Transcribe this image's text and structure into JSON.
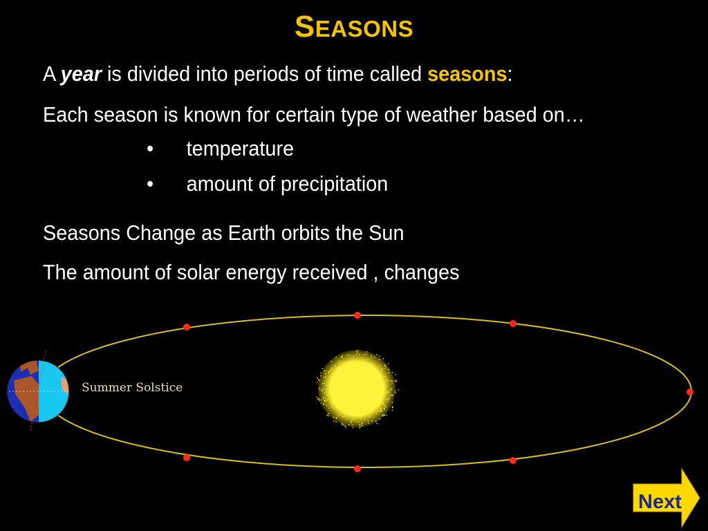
{
  "slide": {
    "title_first": "S",
    "title_rest": "EASONS",
    "line1": {
      "prefix": "A ",
      "emphasis": "year",
      "middle": " is divided into periods of time called ",
      "highlight": "seasons",
      "suffix": ":"
    },
    "line2": "Each season is known for certain type of weather based on…",
    "bullets": [
      {
        "marker": "•",
        "text": "temperature"
      },
      {
        "marker": "•",
        "text": "amount of precipitation"
      }
    ],
    "line5": "Seasons Change as Earth orbits the Sun",
    "line6": "The amount of solar energy received , changes"
  },
  "diagram": {
    "label": "Summer Solstice",
    "colors": {
      "orbit": "#d4c21a",
      "marker": "#ff2a1a",
      "sun": "#fff23a",
      "ocean": "#1c2fb4",
      "land": "#a8562a",
      "day_side": "#19c8f0"
    }
  },
  "navigation": {
    "next_label": "Next",
    "button_color": "#ffd800"
  }
}
